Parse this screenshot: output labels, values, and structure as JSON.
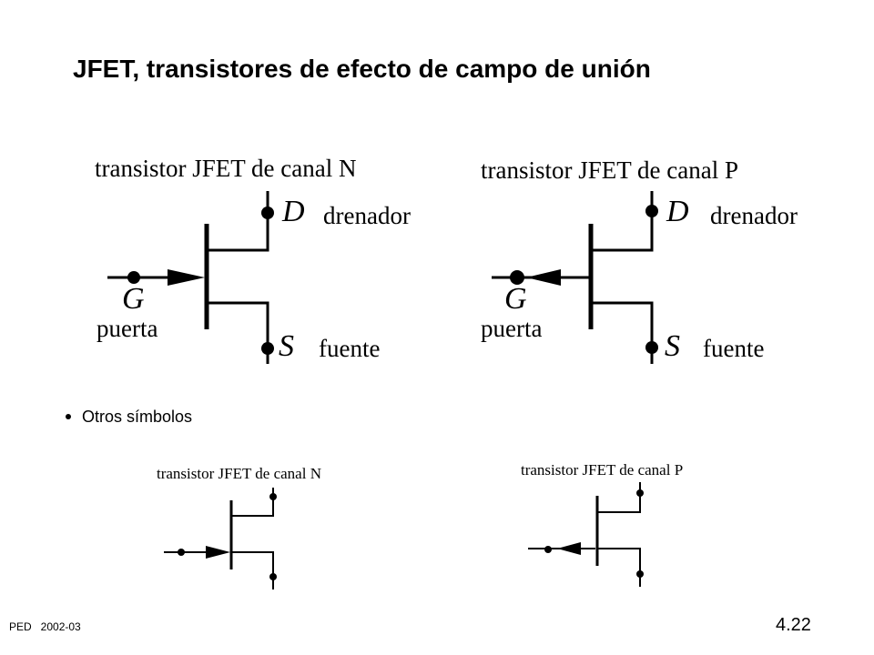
{
  "slide": {
    "title": "JFET, transistores de efecto de campo de unión",
    "bullet": "Otros símbolos",
    "footer_left": "PED   2002-03",
    "page_number": "4.22"
  },
  "symbols_main": {
    "n_channel": {
      "caption": "transistor JFET de canal  N",
      "drain_letter": "D",
      "drain_name": "drenador",
      "gate_letter": "G",
      "gate_name": "puerta",
      "source_letter": "S",
      "source_name": "fuente"
    },
    "p_channel": {
      "caption": "transistor JFET de canal P",
      "drain_letter": "D",
      "drain_name": "drenador",
      "gate_letter": "G",
      "gate_name": "puerta",
      "source_letter": "S",
      "source_name": "fuente"
    }
  },
  "symbols_other": {
    "n_channel_caption": "transistor JFET de canal N",
    "p_channel_caption": "transistor JFET de canal P"
  }
}
